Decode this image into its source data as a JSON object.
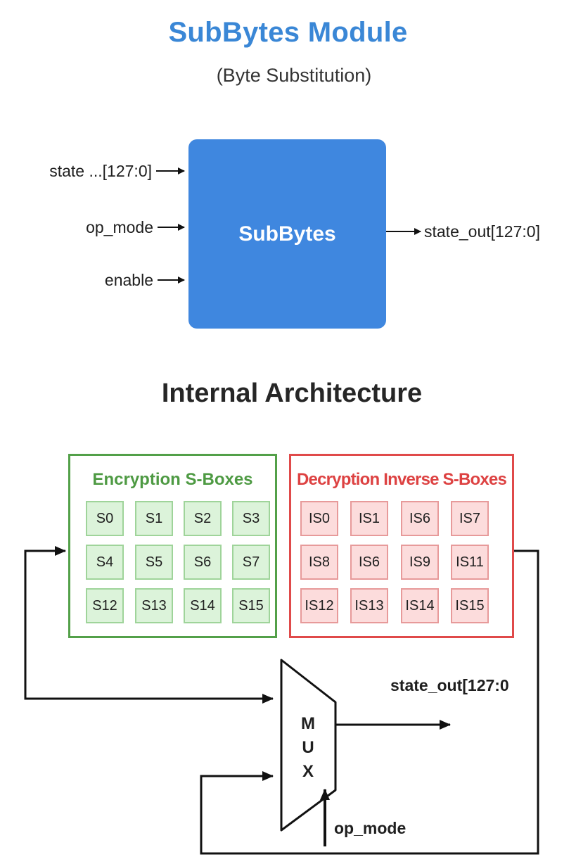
{
  "header": {
    "title": "SubBytes Module",
    "subtitle": "(Byte Substitution)"
  },
  "module": {
    "label": "SubBytes",
    "inputs": [
      "state ...[127:0]",
      "op_mode",
      "enable"
    ],
    "output": "state_out[127:0]"
  },
  "internal": {
    "heading": "Internal Architecture",
    "encryption": {
      "title": "Encryption S-Boxes",
      "cells": [
        "S0",
        "S1",
        "S2",
        "S3",
        "S4",
        "S5",
        "S6",
        "S7",
        "S12",
        "S13",
        "S14",
        "S15"
      ]
    },
    "decryption": {
      "title": "Decryption Inverse S-Boxes",
      "cells": [
        "IS0",
        "IS1",
        "IS6",
        "IS7",
        "IS8",
        "IS6",
        "IS9",
        "IS11",
        "IS12",
        "IS13",
        "IS14",
        "IS15"
      ]
    },
    "mux": {
      "letters": [
        "M",
        "U",
        "X"
      ]
    },
    "output_label": "state_out[127:0",
    "select_label": "op_mode"
  },
  "colors": {
    "title": "#3a87d6",
    "module_fill": "#3f87df",
    "encryption": "#53a049",
    "decryption": "#e04a4a"
  }
}
